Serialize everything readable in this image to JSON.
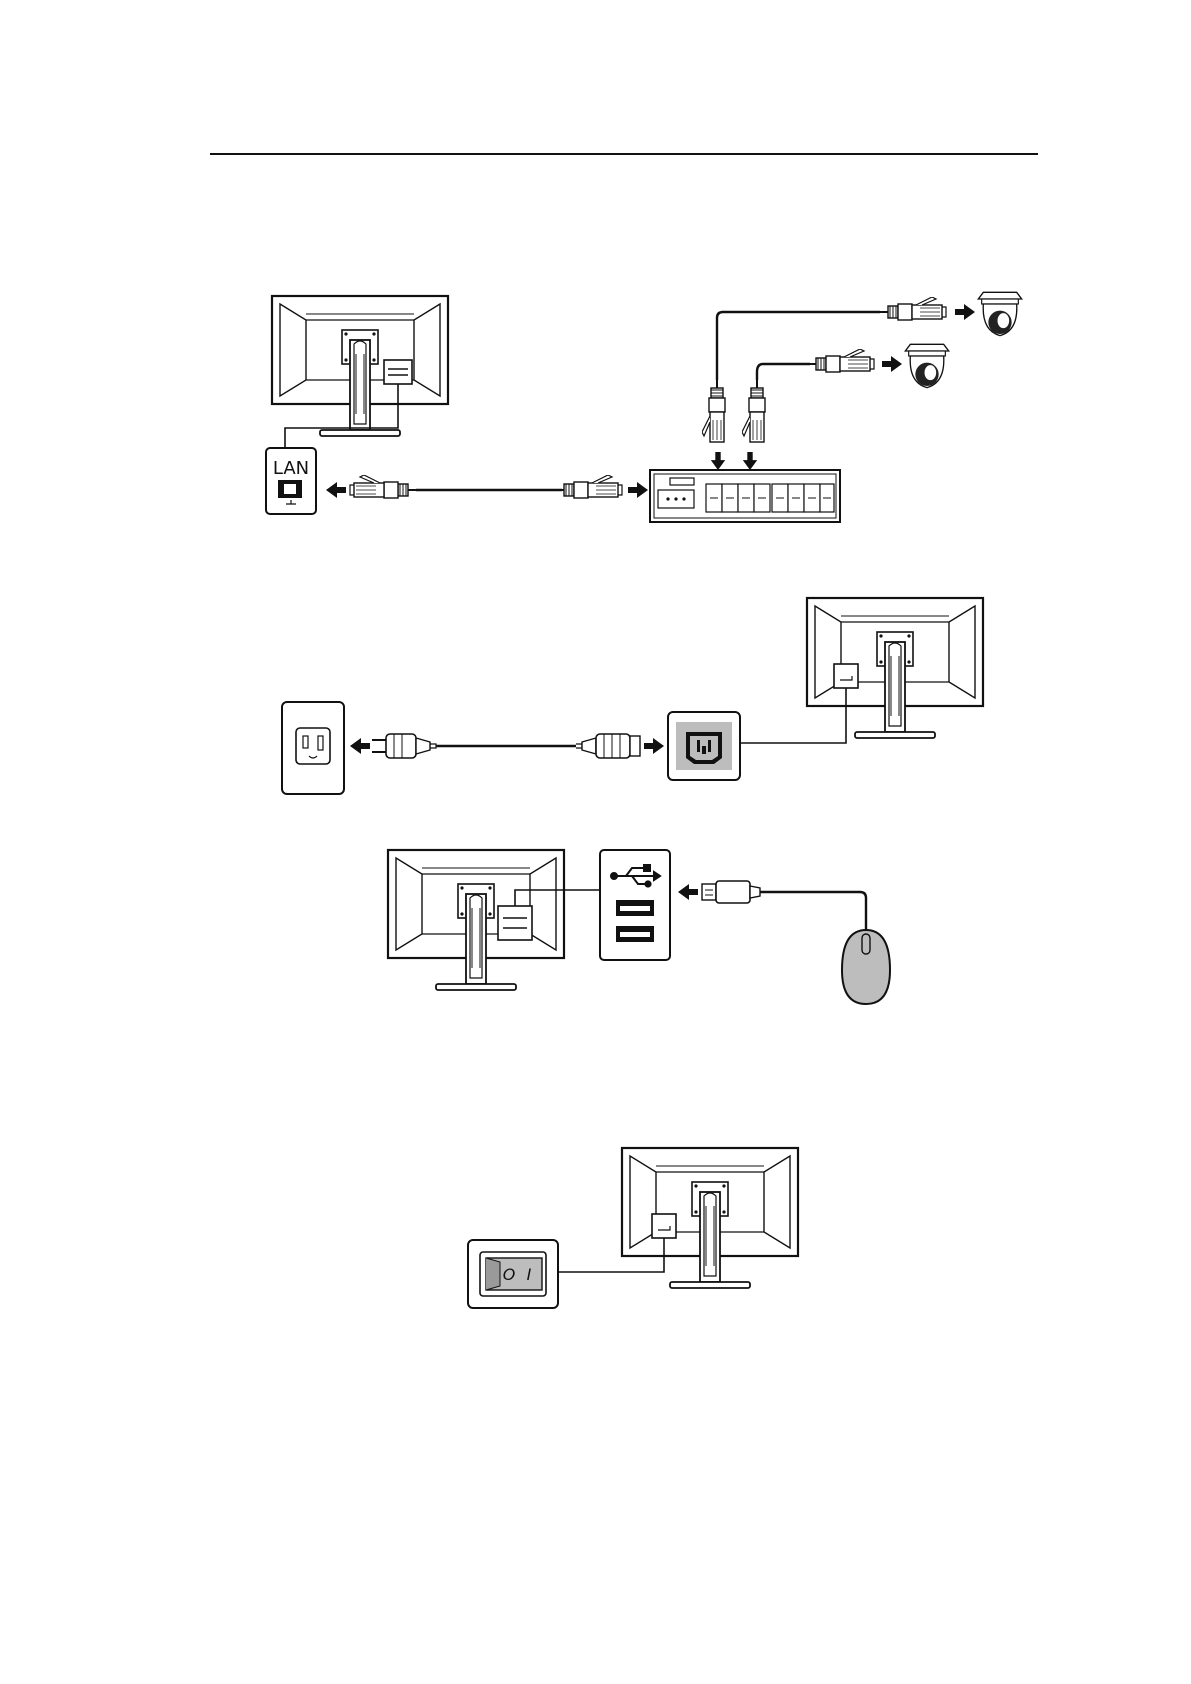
{
  "diagram": {
    "lan_label": "LAN",
    "switch_caption": "",
    "power_switch": {
      "off_symbol": "O",
      "on_symbol": "I"
    },
    "colors": {
      "line": "#111111",
      "device_fill": "#bdbdbd",
      "arrow": "#111111"
    }
  }
}
